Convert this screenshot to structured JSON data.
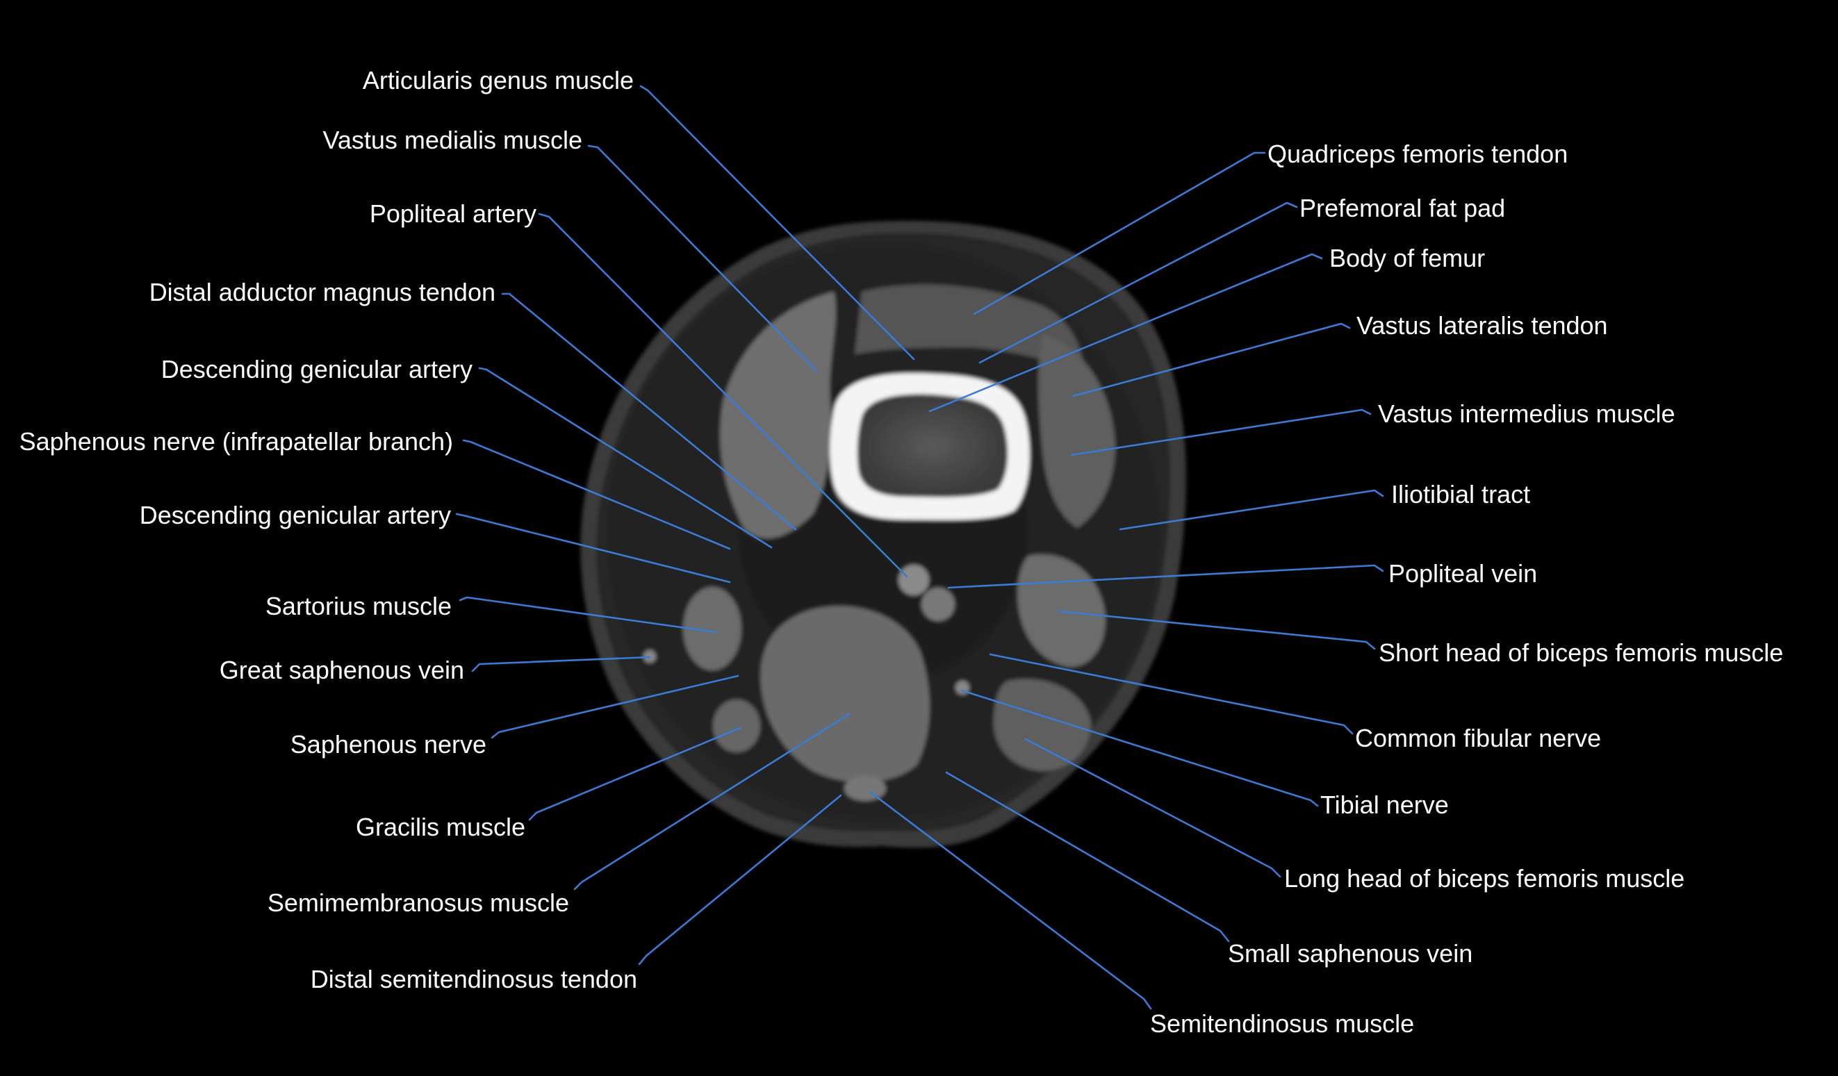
{
  "left_labels": [
    "Articularis genus muscle",
    "Vastus medialis muscle",
    "Popliteal artery",
    "Distal adductor magnus tendon",
    "Descending genicular artery",
    "Saphenous nerve (infrapatellar branch)",
    "Descending genicular artery",
    "Sartorius muscle",
    "Great saphenous vein",
    "Saphenous nerve",
    "Gracilis muscle",
    "Semimembranosus muscle",
    "Distal semitendinosus tendon"
  ],
  "right_labels": [
    "Quadriceps femoris tendon",
    "Prefemoral fat pad",
    "Body of femur",
    "Vastus lateralis tendon",
    "Vastus intermedius muscle",
    "Iliotibial tract",
    "Popliteal vein",
    "Short head of biceps femoris muscle",
    "Common fibular nerve",
    "Tibial nerve",
    "Long head of biceps femoris muscle",
    "Small saphenous vein",
    "Semitendinosus muscle"
  ],
  "colors": {
    "background": "#000000",
    "label": "#ffffff",
    "leader": "#3b7bd6"
  }
}
